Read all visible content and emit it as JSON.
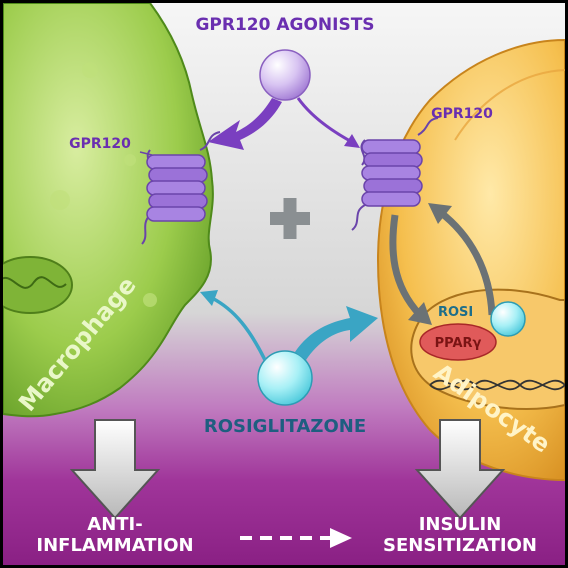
{
  "labels": {
    "agonists": "GPR120 AGONISTS",
    "gpr120_left": "GPR120",
    "gpr120_right": "GPR120",
    "macrophage": "Macrophage",
    "adipocyte": "Adipocyte",
    "rosi": "ROSI",
    "ppar": "PPARγ",
    "rosiglitazone": "ROSIGLITAZONE",
    "anti_line1": "ANTI-",
    "anti_line2": "INFLAMMATION",
    "insulin_line1": "INSULIN",
    "insulin_line2": "SENSITIZATION"
  },
  "colors": {
    "macrophage": "#8cc43c",
    "adipocyte": "#f0b240",
    "receptor": "#9b6fd6",
    "agonist_arrow": "#7a3fc0",
    "rosi_ball": "#7fe6ef",
    "rosi_arrow": "#3aa5c4",
    "ppar": "#e05a5a",
    "bottom_band": "#8e2a88",
    "plus": "#8a8f92",
    "gray_arrow": "#6b7275"
  },
  "icons": {
    "plus": "plus-icon",
    "agonist": "agonist-ball-icon",
    "rosi": "rosiglitazone-ball-icon"
  }
}
